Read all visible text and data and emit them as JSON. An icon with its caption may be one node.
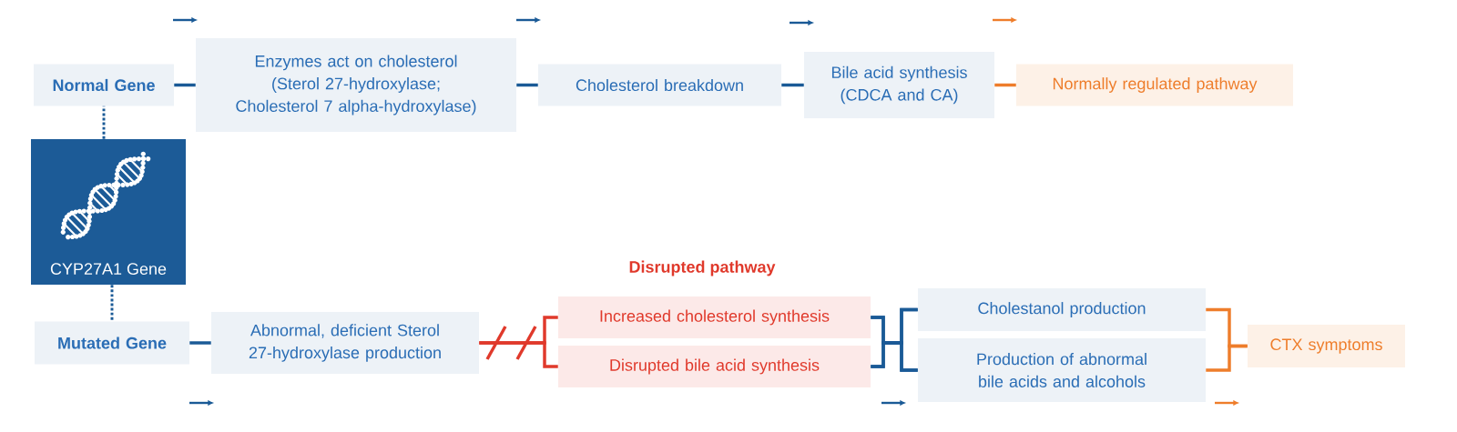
{
  "diagram": {
    "nodes": [
      {
        "text": [
          "Normal Gene"
        ]
      },
      {
        "text": [
          "Enzymes act on cholesterol (Sterol 27-hydroxylase; Cholesterol 7 alpha-hydroxylase)"
        ]
      },
      {
        "text": [
          "Cholesterol breakdown"
        ]
      },
      {
        "text": [
          "Bile acid synthesis (CDCA and CA)"
        ]
      },
      {
        "text": [
          "Normally regulated pathway"
        ]
      },
      {
        "text": [
          "CYP27A1 Gene"
        ]
      },
      {
        "text": [
          "Mutated Gene"
        ]
      },
      {
        "text": [
          "Abnormal, deficient Sterol 27-hydroxylase production"
        ]
      },
      {
        "text": [
          "Increased cholesterol synthesis"
        ]
      },
      {
        "text": [
          "Disrupted bile acid synthesis"
        ]
      },
      {
        "text": [
          "Cholestanol production"
        ]
      },
      {
        "text": [
          "Production of abnormal bile acids and alcohols"
        ]
      },
      {
        "text": [
          "CTX symptoms"
        ]
      }
    ],
    "edges": [
      {
        "from": 0,
        "to": 1,
        "arrow": "none"
      },
      {
        "from": 1,
        "to": 2,
        "arrow": "none"
      },
      {
        "from": 2,
        "to": 3,
        "arrow": "none"
      },
      {
        "from": 3,
        "to": 4,
        "arrow": "none",
        "color": "#ee7d2b"
      },
      {
        "from": 5,
        "to": 0,
        "arrow": "none",
        "style": "dashed"
      },
      {
        "from": 5,
        "to": 6,
        "arrow": "none",
        "style": "dashed"
      },
      {
        "from": 6,
        "to": 7,
        "arrow": "none"
      },
      {
        "from": 7,
        "to": 8,
        "arrow": "none",
        "color": "#e0392b"
      },
      {
        "from": 7,
        "to": 9,
        "arrow": "none",
        "color": "#e0392b"
      },
      {
        "from": 8,
        "to": 10,
        "arrow": "none"
      },
      {
        "from": 8,
        "to": 11,
        "arrow": "none"
      },
      {
        "from": 9,
        "to": 10,
        "arrow": "none"
      },
      {
        "from": 9,
        "to": 11,
        "arrow": "none"
      },
      {
        "from": 10,
        "to": 12,
        "arrow": "none",
        "color": "#ee7d2b"
      },
      {
        "from": 11,
        "to": 12,
        "arrow": "none",
        "color": "#ee7d2b"
      }
    ],
    "labels": [
      "Disrupted pathway"
    ]
  }
}
